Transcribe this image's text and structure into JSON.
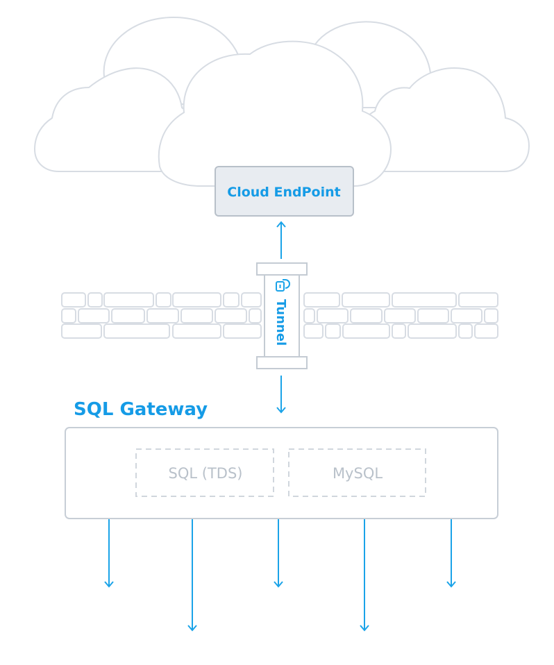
{
  "cloud": {
    "endpoint_label": "Cloud EndPoint"
  },
  "tunnel": {
    "label": "Tunnel",
    "icon": "lock-icon"
  },
  "gateway": {
    "title": "SQL Gateway",
    "protocols": [
      {
        "label": "SQL (TDS)"
      },
      {
        "label": "MySQL"
      }
    ]
  },
  "colors": {
    "accent": "#159be6",
    "line": "#1aa3e8",
    "outline": "#d7dce3",
    "endpoint_fill": "#e8ecf1",
    "muted_text": "#b9c1ca"
  }
}
